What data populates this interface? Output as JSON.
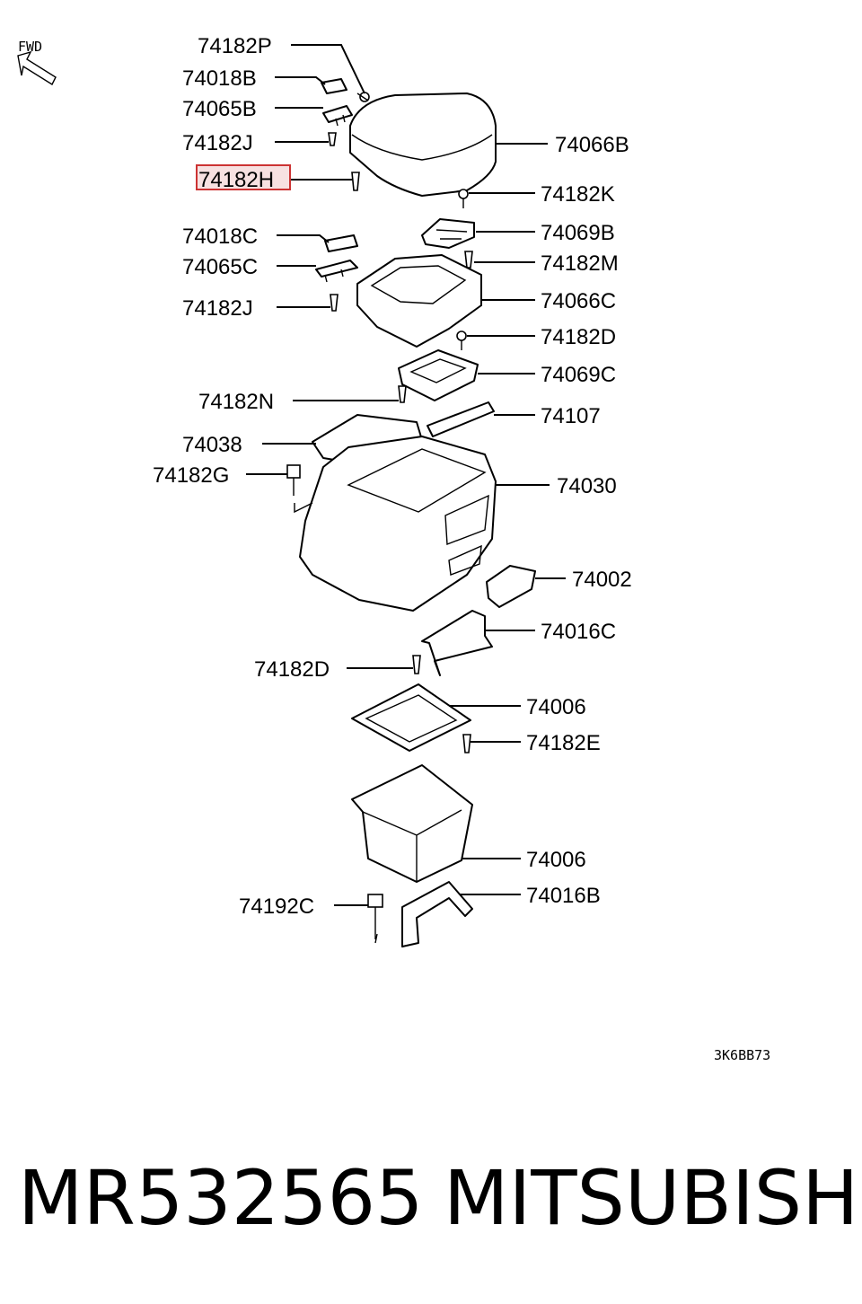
{
  "fwd": "FWD",
  "labels": {
    "p74182P": "74182P",
    "p74018B": "74018B",
    "p74065B": "74065B",
    "p74182J_top": "74182J",
    "p74182H": "74182H",
    "p74066B": "74066B",
    "p74182K": "74182K",
    "p74018C": "74018C",
    "p74069B": "74069B",
    "p74065C": "74065C",
    "p74182M": "74182M",
    "p74182J_mid": "74182J",
    "p74066C": "74066C",
    "p74182D_top": "74182D",
    "p74069C": "74069C",
    "p74182N": "74182N",
    "p74107": "74107",
    "p74038": "74038",
    "p74182G": "74182G",
    "p74030": "74030",
    "p74002": "74002",
    "p74016C": "74016C",
    "p74182D_low": "74182D",
    "p74006_tray": "74006",
    "p74182E": "74182E",
    "p74006_box": "74006",
    "p74016B": "74016B",
    "p74192C": "74192C"
  },
  "highlight_color": "#cc3333",
  "diagram_code": "3K6BB73",
  "footer": {
    "part_number": "MR532565",
    "brand": "MITSUBISHI"
  }
}
